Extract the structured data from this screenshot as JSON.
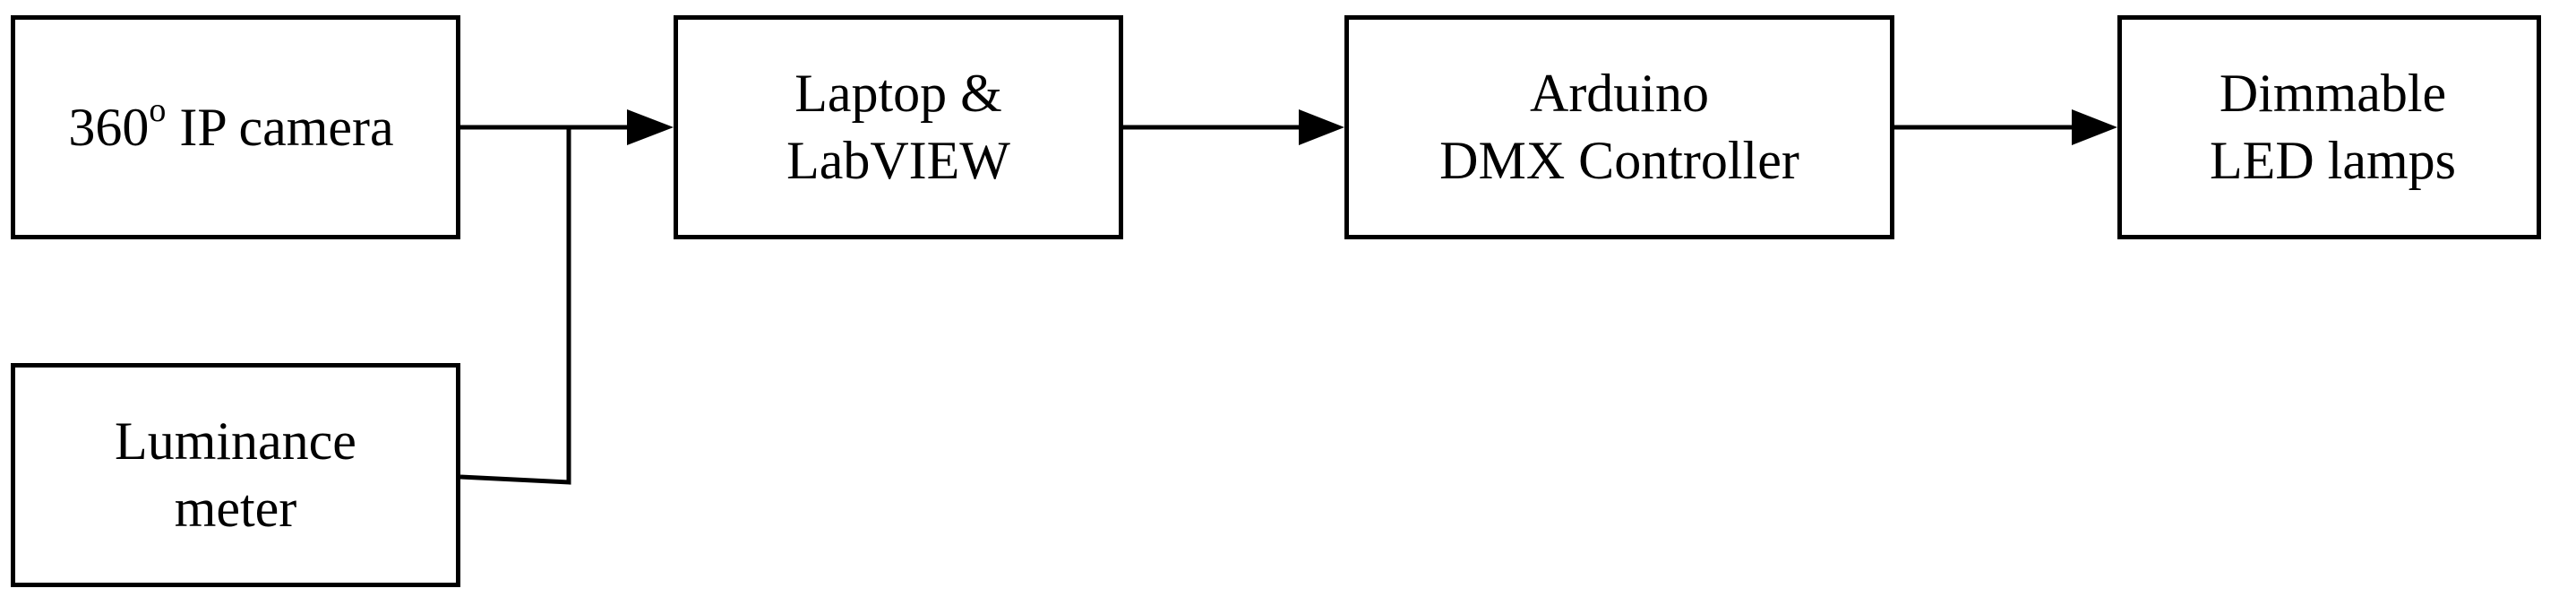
{
  "nodes": {
    "camera": {
      "number": "360",
      "superscript": "o",
      "rest": " IP camera"
    },
    "meter": {
      "line1": "Luminance",
      "line2": "meter"
    },
    "laptop": {
      "line1": "Laptop &",
      "line2": "LabVIEW"
    },
    "arduino": {
      "line1": "Arduino",
      "line2": "DMX Controller"
    },
    "lamps": {
      "line1": "Dimmable",
      "line2": "LED lamps"
    }
  },
  "edges": [
    {
      "from": "camera",
      "to": "laptop"
    },
    {
      "from": "meter",
      "to": "laptop"
    },
    {
      "from": "laptop",
      "to": "arduino"
    },
    {
      "from": "arduino",
      "to": "lamps"
    }
  ],
  "colors": {
    "stroke": "#000000",
    "background": "#ffffff"
  }
}
